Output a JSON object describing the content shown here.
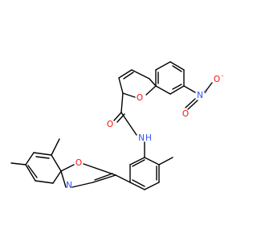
{
  "molecule": {
    "colors": {
      "carbon_bond": "#000000",
      "oxygen": "#ff0d0d",
      "nitrogen": "#3050f8"
    },
    "atom_labels": {
      "furan_oxygen": "O",
      "carbonyl_oxygen": "O",
      "amide_nitrogen": "N",
      "amide_hydrogen": "H",
      "nitro_nitrogen": "N",
      "nitro_n_charge": "+",
      "nitro_oxygen_double": "O",
      "nitro_oxygen_single": "O",
      "nitro_o_charge": "-",
      "oxazole_oxygen": "O",
      "oxazole_nitrogen": "N"
    }
  }
}
